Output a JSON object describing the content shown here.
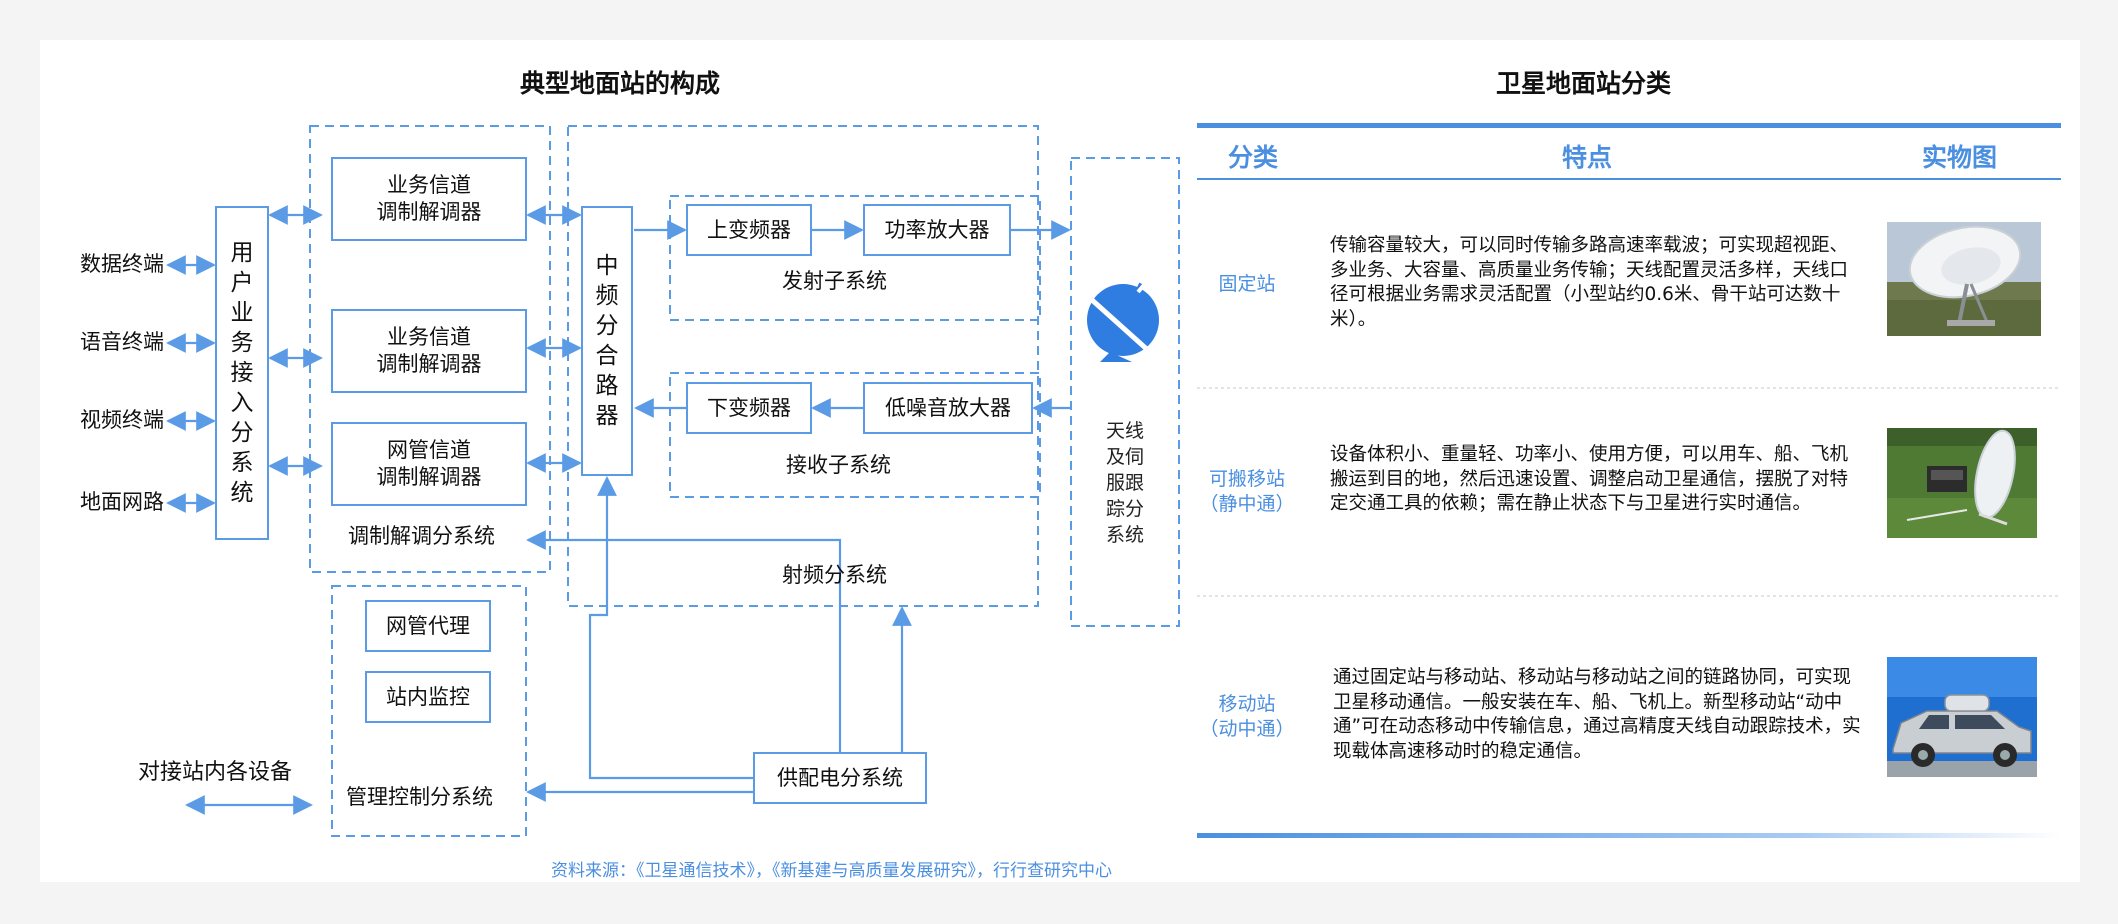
{
  "left_title": "典型地面站的构成",
  "right_title": "卫星地面站分类",
  "terminals": [
    "数据终端",
    "语音终端",
    "视频终端",
    "地面网路"
  ],
  "user_access": "用户业务接入分系统",
  "modems": [
    [
      "业务信道",
      "调制解调器"
    ],
    [
      "业务信道",
      "调制解调器"
    ],
    [
      "网管信道",
      "调制解调器"
    ]
  ],
  "modem_subsystem": "调制解调分系统",
  "if_combiner": "中频分合路器",
  "upconverter": "上变频器",
  "power_amp": "功率放大器",
  "tx_subsystem": "发射子系统",
  "downconverter": "下变频器",
  "lna": "低噪音放大器",
  "rx_subsystem": "接收子系统",
  "rf_subsystem": "射频分系统",
  "antenna_subsystem": [
    "天线",
    "及伺",
    "服跟",
    "踪分",
    "系统"
  ],
  "nms_agent": "网管代理",
  "station_monitor": "站内监控",
  "mgmt_subsystem": "管理控制分系统",
  "power_subsystem": "供配电分系统",
  "docking": "对接站内各设备",
  "table_headers": [
    "分类",
    "特点",
    "实物图"
  ],
  "rows": [
    {
      "category": [
        "固定站"
      ],
      "feature": "传输容量较大，可以同时传输多路高速率载波；可实现超视距、多业务、大容量、高质量业务传输；天线配置灵活多样，天线口径可根据业务需求灵活配置（小型站约0.6米、骨干站可达数十米）。",
      "photo": "fixed-station-dish"
    },
    {
      "category": [
        "可搬移站",
        "（静中通）"
      ],
      "feature": "设备体积小、重量轻、功率小、使用方便，可以用车、船、飞机搬运到目的地，然后迅速设置、调整启动卫星通信，摆脱了对特定交通工具的依赖；需在静止状态下与卫星进行实时通信。",
      "photo": "transportable-station"
    },
    {
      "category": [
        "移动站",
        "（动中通）"
      ],
      "feature": "通过固定站与移动站、移动站与移动站之间的链路协同，可实现卫星移动通信。一般安装在车、船、飞机上。新型移动站“动中通”可在动态移动中传输信息，通过高精度天线自动跟踪技术，实现载体高速移动时的稳定通信。",
      "photo": "mobile-vehicle-station"
    }
  ],
  "source": "资料来源：《卫星通信技术》，《新基建与高质量发展研究》，行行查研究中心",
  "colors": {
    "accent": "#4b8fe0",
    "line": "#5b9be6",
    "dash": "#5b9be6"
  }
}
